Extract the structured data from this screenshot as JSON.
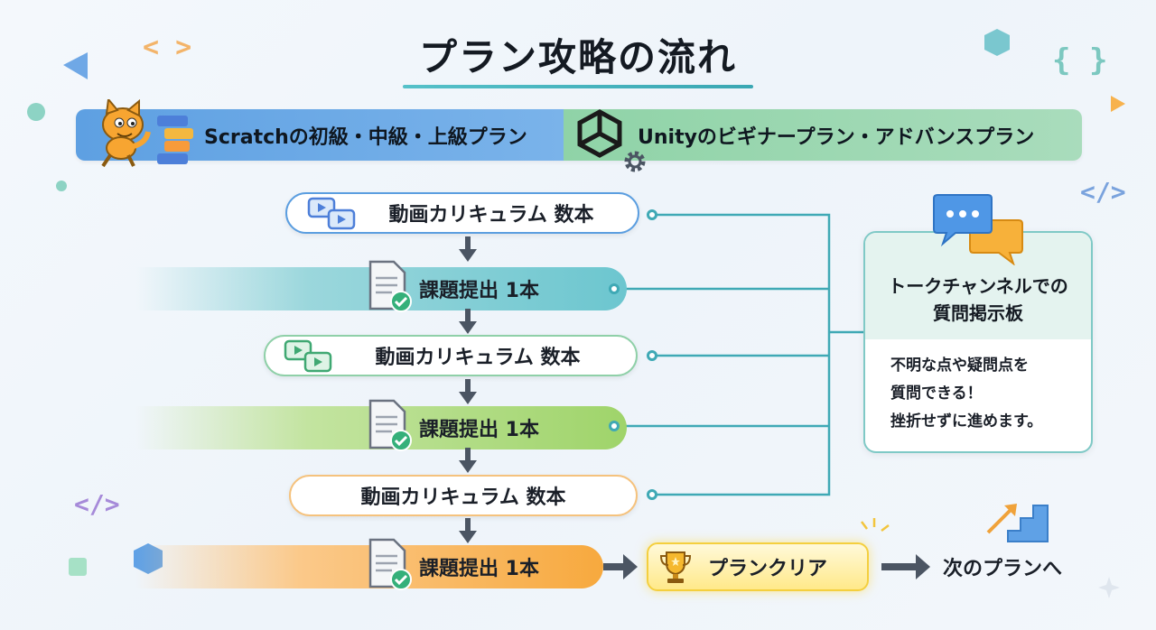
{
  "title": "プラン攻略の流れ",
  "plans": {
    "scratch_label": "Scratchの初級・中級・上級プラン",
    "unity_label": "Unityのビギナープラン・アドバンスプラン"
  },
  "steps": [
    {
      "type": "video",
      "label": "動画カリキュラム 数本",
      "color": "#5b9ee0"
    },
    {
      "type": "task",
      "label": "課題提出 1本",
      "color": "#6cc6cf"
    },
    {
      "type": "video",
      "label": "動画カリキュラム  数本",
      "color": "#8fd0a8"
    },
    {
      "type": "task",
      "label": "課題提出 1本",
      "color": "#9fd46a"
    },
    {
      "type": "video",
      "label": "動画カリキュラム   数本",
      "color": "#f5c27d"
    },
    {
      "type": "task",
      "label": "課題提出 1本",
      "color": "#f7a93e"
    }
  ],
  "talk_channel": {
    "title_line1": "トークチャンネルでの",
    "title_line2": "質問掲示板",
    "body_line1": "不明な点や疑問点を",
    "body_line2": "質問できる！",
    "body_line3": "挫折せずに進めます。"
  },
  "clear_label": "プランクリア",
  "next_label": "次のプランへ",
  "icons": [
    "scratch-cat-icon",
    "code-blocks-icon",
    "unity-logo-icon",
    "gear-icon",
    "video-icon",
    "document-check-icon",
    "chat-bubbles-icon",
    "trophy-icon",
    "stairs-arrow-icon"
  ]
}
